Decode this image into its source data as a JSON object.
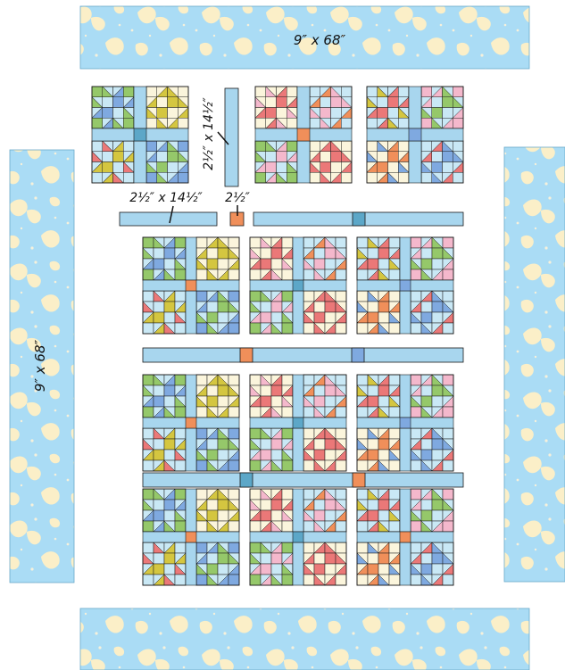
{
  "labels": {
    "top_border": "9″ x 68″",
    "left_border": "9″ x 68″",
    "vertical_sashing": "2½″ x 14½″",
    "horizontal_sashing": "2½″ x 14½″",
    "cornerstone": "2½″"
  },
  "colors": {
    "sashing": "#a8d6ee",
    "border_bg": "#aadcf5",
    "leaf": "#fbefc8",
    "dot": "#f6f1dc",
    "outline": "#1a1a1a",
    "light": "#c9e8f5",
    "cream": "#fbf5dc",
    "orange": "#f08f5a",
    "blue": "#7fa9e0",
    "green": "#95c86a",
    "yellow": "#d4c640",
    "red": "#eb7878",
    "pink": "#f4b8cc",
    "teal": "#5ca7c8",
    "sand": "#f2d6a2"
  },
  "block_palette": [
    "green",
    "yellow",
    "red",
    "blue",
    "pink",
    "orange",
    "green",
    "red",
    "yellow",
    "pink",
    "blue",
    "red"
  ],
  "cornerstone_colors": [
    "teal",
    "orange",
    "blue",
    "orange",
    "teal",
    "blue",
    "orange",
    "teal",
    "blue",
    "orange",
    "teal",
    "orange"
  ]
}
